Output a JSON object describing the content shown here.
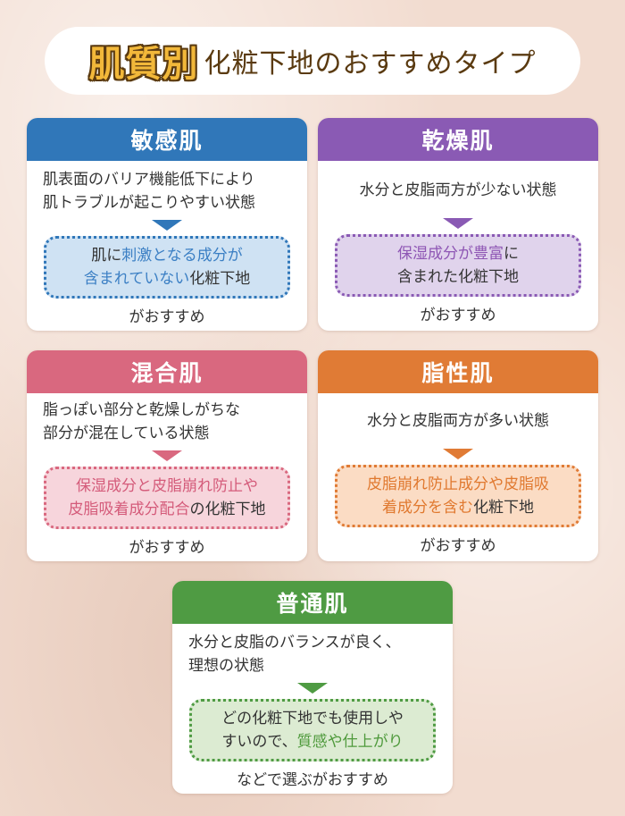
{
  "title": {
    "accent": "肌質別",
    "rest": "化粧下地のおすすめタイプ"
  },
  "colors": {
    "sensitive": "#3077b9",
    "dry": "#8a5ab4",
    "combination": "#d9687f",
    "oily": "#e07b35",
    "normal": "#4f9b43"
  },
  "cards": {
    "sensitive": {
      "header": "敏感肌",
      "desc_line1": "肌表面のバリア機能低下により",
      "desc_line2": "肌トラブルが起こりやすい状態",
      "rec_line1_pre": "肌に",
      "rec_line1_hl": "刺激となる成分が",
      "rec_line2_hl": "含まれていない",
      "rec_line2_post": "化粧下地",
      "footer": "がおすすめ"
    },
    "dry": {
      "header": "乾燥肌",
      "desc_line1": "水分と皮脂両方が少ない状態",
      "rec_line1_hl": "保湿成分が豊富",
      "rec_line1_post": "に",
      "rec_line2_post": "含まれた化粧下地",
      "footer": "がおすすめ"
    },
    "combination": {
      "header": "混合肌",
      "desc_line1": "脂っぽい部分と乾燥しがちな",
      "desc_line2": "部分が混在している状態",
      "rec_line1_hl": "保湿成分と皮脂崩れ防止や",
      "rec_line2_hl": "皮脂吸着成分配合",
      "rec_line2_post": "の化粧下地",
      "footer": "がおすすめ"
    },
    "oily": {
      "header": "脂性肌",
      "desc_line1": "水分と皮脂両方が多い状態",
      "rec_line1_hl": "皮脂崩れ防止成分や皮脂吸",
      "rec_line2_hl": "着成分を含む",
      "rec_line2_post": "化粧下地",
      "footer": "がおすすめ"
    },
    "normal": {
      "header": "普通肌",
      "desc_line1": "水分と皮脂のバランスが良く、",
      "desc_line2": "理想の状態",
      "rec_line1_pre": "どの化粧下地でも使用しや",
      "rec_line2_pre": "すいので、",
      "rec_line2_hl": "質感や仕上がり",
      "footer": "などで選ぶがおすすめ"
    }
  }
}
